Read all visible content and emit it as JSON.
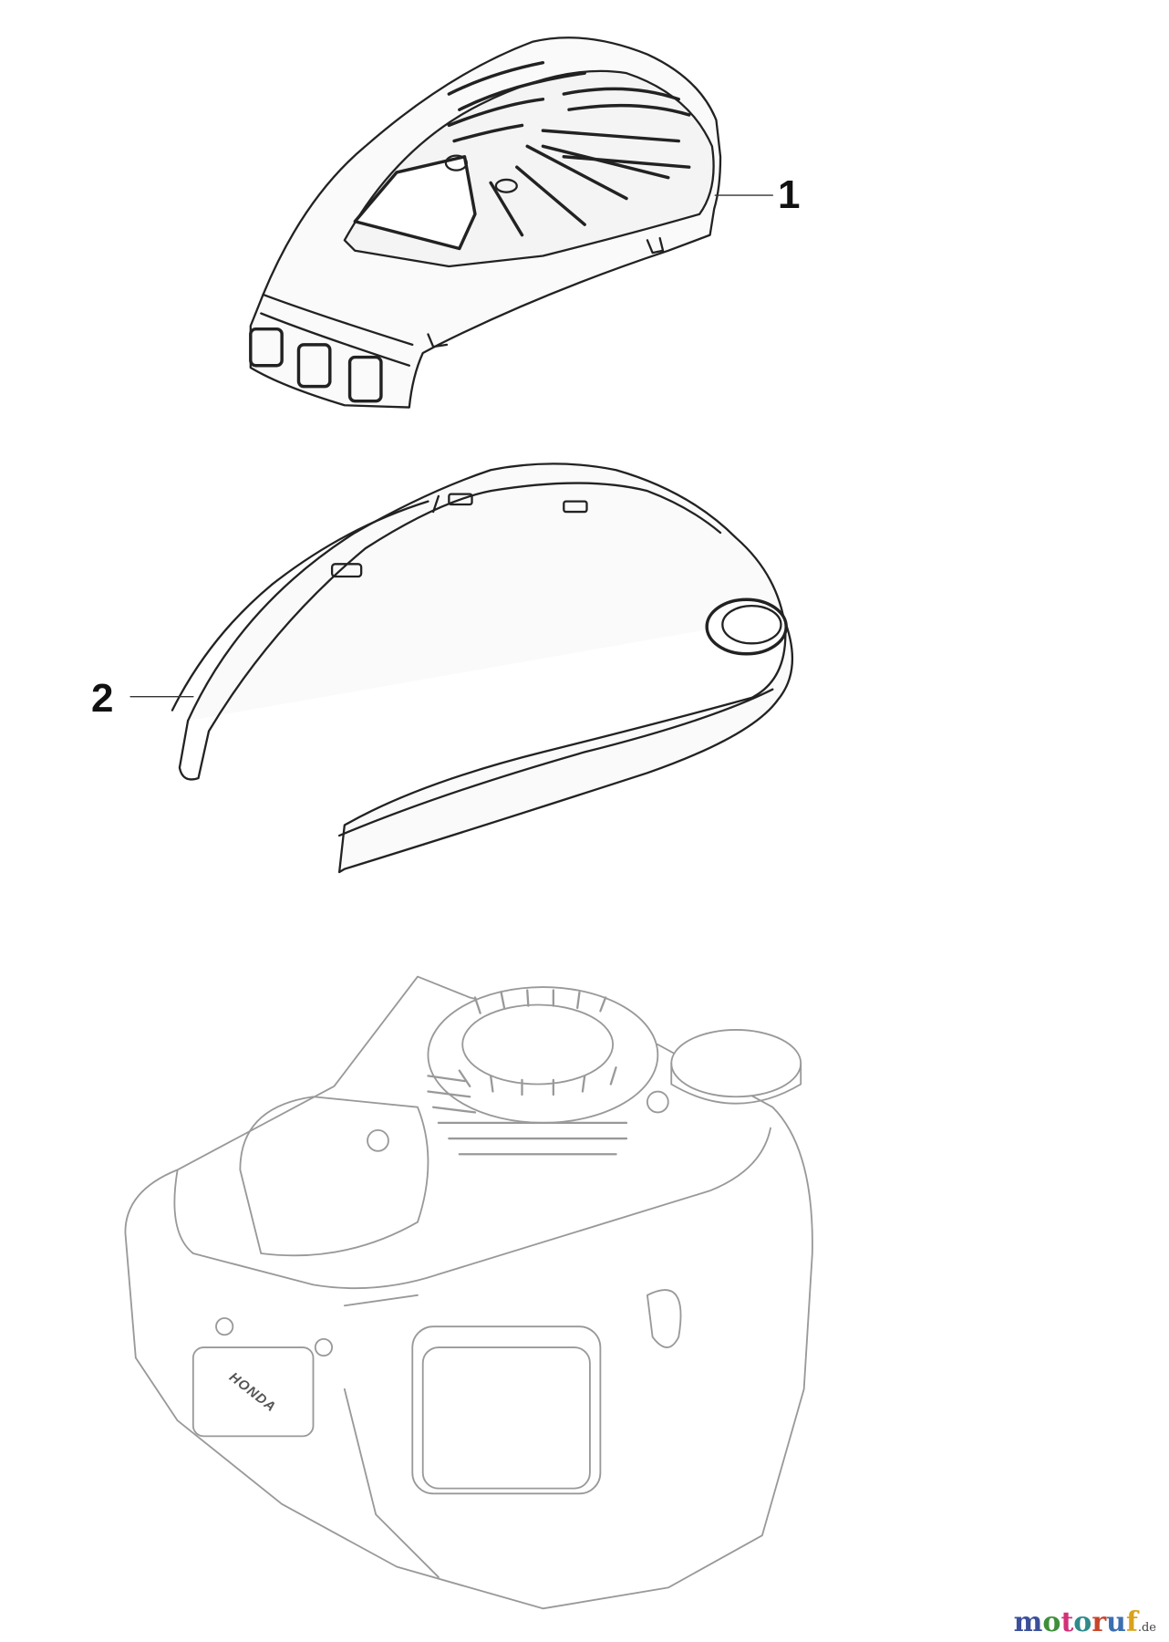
{
  "diagram": {
    "callouts": [
      {
        "number": "1",
        "part": "cover"
      },
      {
        "number": "2",
        "part": "frame"
      }
    ],
    "engine_brand_plate": "HONDA"
  },
  "logo": {
    "text": "motoruf",
    "tld": ".de",
    "letter_colors": [
      "#3b4f9a",
      "#3f8f3a",
      "#d2317a",
      "#2f8a8a",
      "#c8452c",
      "#3b6fb0",
      "#d9a21c"
    ]
  }
}
